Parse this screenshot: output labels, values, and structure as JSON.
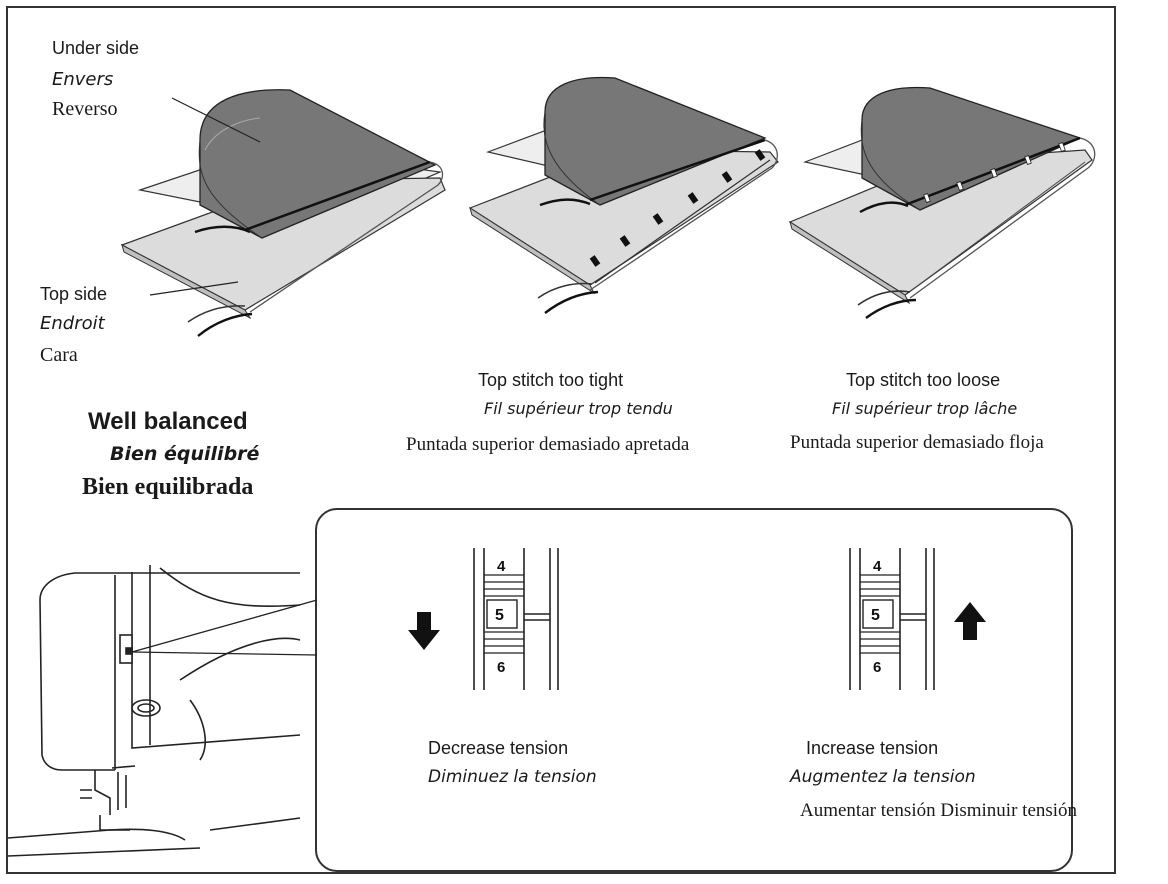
{
  "labels": {
    "under_en": "Under side",
    "under_fr": "Envers",
    "under_es": "Reverso",
    "top_en": "Top side",
    "top_fr": "Endroit",
    "top_es": "Cara"
  },
  "captions": {
    "balanced_en": "Well balanced",
    "balanced_fr": "Bien équilibré",
    "balanced_es": "Bien equilibrada",
    "tight_en": "Top stitch too tight",
    "tight_fr": "Fil supérieur trop tendu",
    "tight_es": "Puntada superior demasiado apretada",
    "loose_en": "Top stitch too loose",
    "loose_fr": "Fil supérieur trop lâche",
    "loose_es": "Puntada superior demasiado floja"
  },
  "dial": {
    "numbers": [
      "4",
      "5",
      "6"
    ],
    "decrease_en": "Decrease tension",
    "decrease_fr": "Diminuez la tension",
    "increase_en": "Increase tension",
    "increase_fr": "Augmentez la tension",
    "es_line": "Aumentar tensión Disminuir tensión"
  },
  "colors": {
    "fabric_dark": "#777777",
    "fabric_light": "#dcdcdc",
    "fabric_pale": "#eeeeee",
    "line": "#222222"
  }
}
